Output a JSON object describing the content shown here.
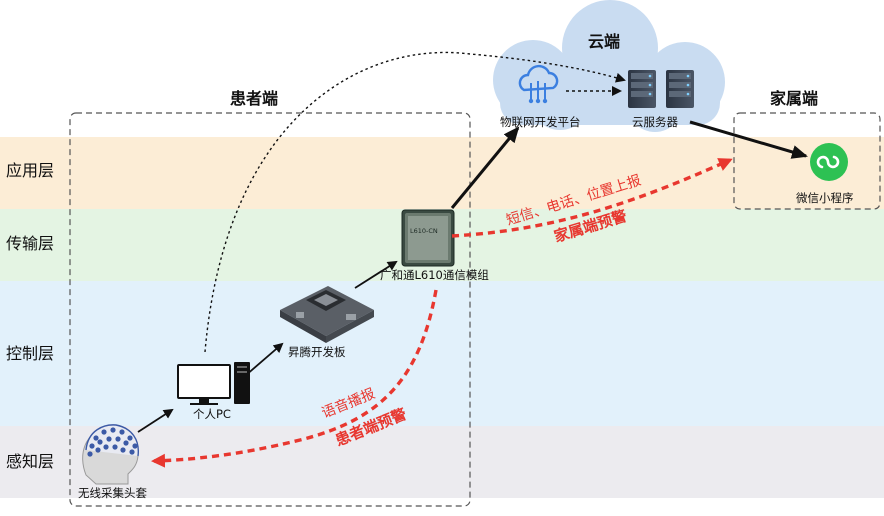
{
  "layers": {
    "application": "应用层",
    "transport": "传输层",
    "control": "控制层",
    "perception": "感知层"
  },
  "regions": {
    "patient": "患者端",
    "cloud": "云端",
    "family": "家属端"
  },
  "nodes": {
    "iot_platform": "物联网开发平台",
    "cloud_server": "云服务器",
    "wechat_app": "微信小程序",
    "comm_module": "广和通L610通信模组",
    "module_chip_text": "L610-CN",
    "ascend_board": "昇腾开发板",
    "pc": "个人PC",
    "headset": "无线采集头套"
  },
  "annotations": {
    "report": "短信、电话、位置上报",
    "family_alert": "家属端预警",
    "voice": "语音播报",
    "patient_alert": "患者端预警"
  },
  "colors": {
    "band_application": "#fcedd6",
    "band_transport": "#e4f4e3",
    "band_control": "#e2f1fb",
    "band_perception": "#ecebef",
    "cloud": "#c9dcf1",
    "alert_red": "#e8372f",
    "wechat_green": "#2dc153",
    "iot_blue": "#3b7fe0"
  },
  "icons": {
    "iot_platform": "iot-cloud-icon",
    "cloud_server": "server-rack-icon",
    "wechat_app": "wechat-miniprogram-icon",
    "comm_module": "chip-module-icon",
    "ascend_board": "dev-board-icon",
    "pc": "desktop-computer-icon",
    "headset": "eeg-headset-icon"
  }
}
